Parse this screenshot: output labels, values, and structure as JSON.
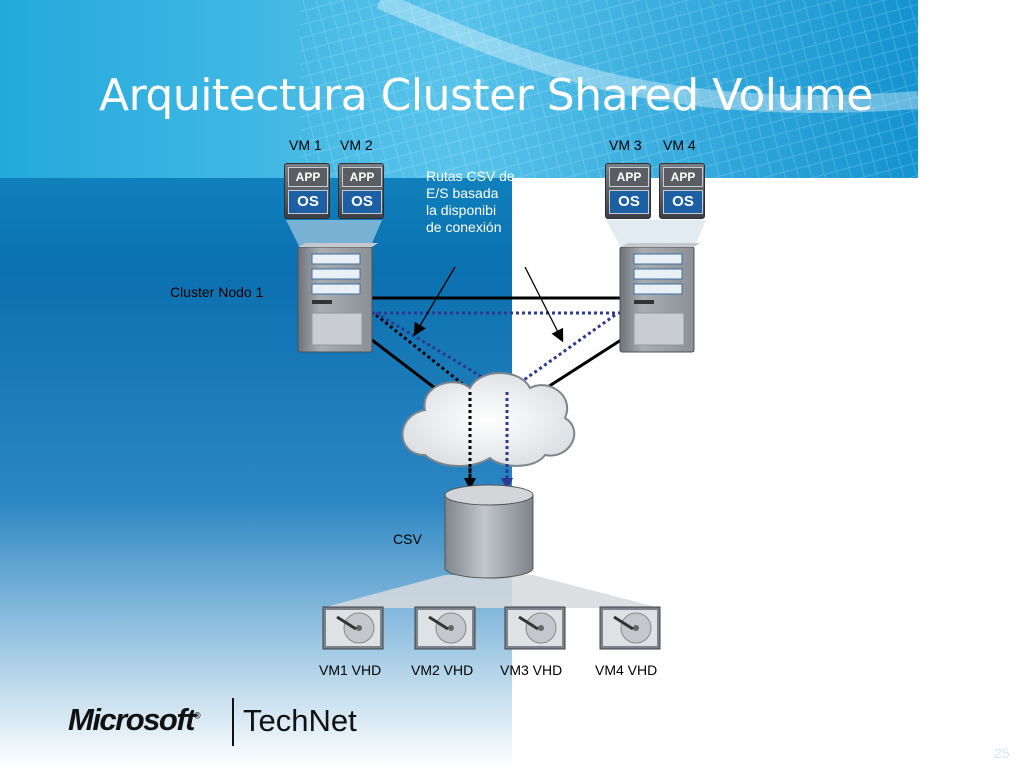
{
  "title": "Arquitectura Cluster Shared Volume",
  "vms": [
    {
      "app": "APP",
      "os": "OS",
      "label": "VM 1"
    },
    {
      "app": "APP",
      "os": "OS",
      "label": "VM 2"
    },
    {
      "app": "APP",
      "os": "OS",
      "label": "VM 3"
    },
    {
      "app": "APP",
      "os": "OS",
      "label": "VM 4"
    }
  ],
  "annotation": [
    "Rutas CSV de",
    "E/S basada",
    "la disponibi",
    "de conexión"
  ],
  "node_label": "Cluster Nodo 1",
  "storage_label": "CSV",
  "vhds": [
    "VM1 VHD",
    "VM2 VHD",
    "VM3 VHD",
    "VM4 VHD"
  ],
  "footer": {
    "brand": "Microsoft",
    "registered": "®",
    "product": "TechNet",
    "page_number": "25"
  },
  "colors": {
    "background_blue": "#0f6fad",
    "panel_blue": "#2aa4d8",
    "io_path_blue": "#2b3a8f",
    "line": "#000000"
  },
  "icons": [
    "server-icon",
    "cloud-icon",
    "storage-cylinder-icon",
    "hard-disk-icon",
    "vm-stack-icon"
  ]
}
